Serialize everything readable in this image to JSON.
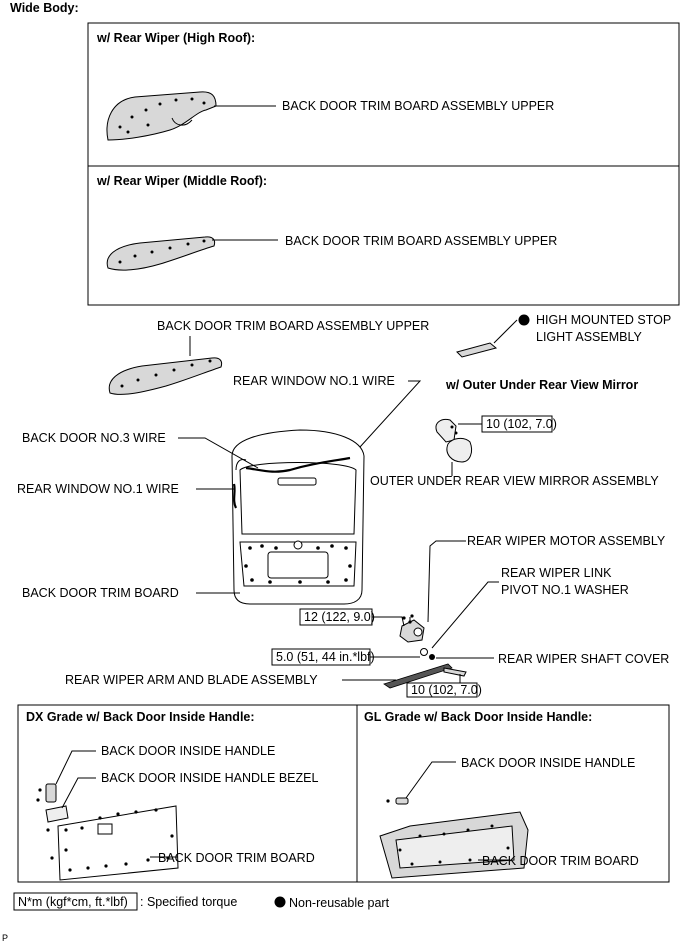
{
  "header": {
    "title": "Wide Body:"
  },
  "top_box": {
    "high_roof": {
      "heading": "w/ Rear Wiper (High Roof):",
      "part_label": "BACK DOOR TRIM BOARD ASSEMBLY UPPER"
    },
    "middle_roof": {
      "heading": "w/ Rear Wiper (Middle Roof):",
      "part_label": "BACK DOOR TRIM BOARD ASSEMBLY UPPER"
    }
  },
  "main": {
    "trim_upper_label": "BACK DOOR TRIM BOARD ASSEMBLY UPPER",
    "stop_light_label_1": "HIGH MOUNTED STOP",
    "stop_light_label_2": "LIGHT ASSEMBLY",
    "rear_window_wire_top": "REAR WINDOW NO.1 WIRE",
    "outer_mirror_heading": "w/ Outer Under Rear View Mirror",
    "torque_mirror": "10 (102, 7.0)",
    "door_wire_label": "BACK DOOR NO.3 WIRE",
    "rear_window_wire_left": "REAR WINDOW NO.1 WIRE",
    "mirror_assembly_label": "OUTER UNDER REAR VIEW MIRROR ASSEMBLY",
    "wiper_motor_label": "REAR WIPER MOTOR ASSEMBLY",
    "wiper_link_label_1": "REAR WIPER LINK",
    "wiper_link_label_2": "PIVOT NO.1 WASHER",
    "trim_board_label": "BACK DOOR TRIM BOARD",
    "torque_motor": "12 (122, 9.0)",
    "torque_shaft": "5.0 (51, 44 in.*lbf)",
    "shaft_cover_label": "REAR WIPER SHAFT COVER",
    "wiper_arm_label": "REAR WIPER ARM AND BLADE ASSEMBLY",
    "torque_arm": "10 (102, 7.0)"
  },
  "bottom_box": {
    "dx": {
      "heading": "DX Grade w/ Back Door Inside Handle:",
      "handle_label": "BACK DOOR INSIDE HANDLE",
      "bezel_label": "BACK DOOR INSIDE HANDLE BEZEL",
      "trim_label": "BACK DOOR TRIM BOARD"
    },
    "gl": {
      "heading": "GL Grade w/ Back Door Inside Handle:",
      "handle_label": "BACK DOOR INSIDE HANDLE",
      "trim_label": "BACK DOOR TRIM BOARD"
    }
  },
  "legend": {
    "torque_unit": "N*m (kgf*cm, ft.*lbf)",
    "torque_text": ": Specified torque",
    "nonreusable_text": "Non-reusable part"
  },
  "footer": {
    "code": "P"
  }
}
